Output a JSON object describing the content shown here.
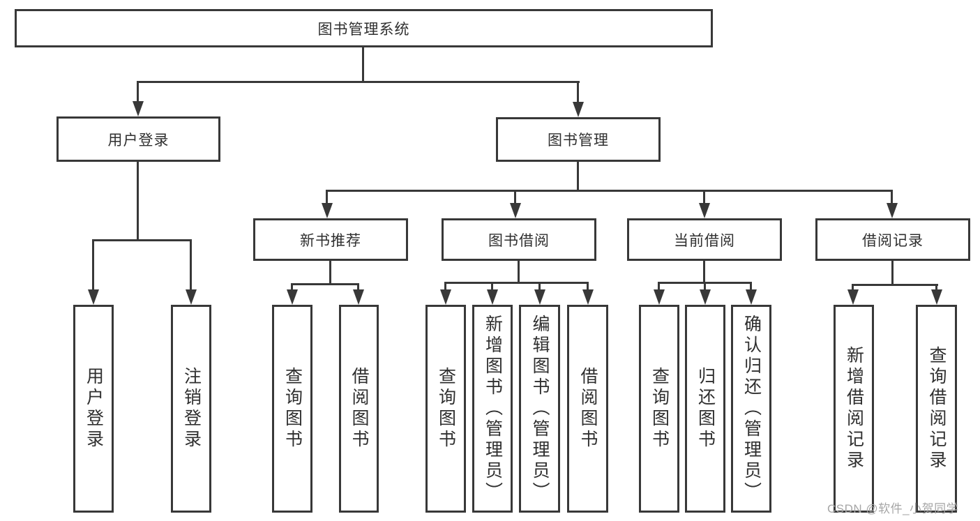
{
  "diagram_type": "hierarchy-tree",
  "colors": {
    "background": "#ffffff",
    "line": "#383838",
    "box_border": "#383838",
    "text": "#2f2f2f",
    "watermark": "#a6a6a6"
  },
  "tree": {
    "label": "图书管理系统",
    "children": [
      {
        "label": "用户登录",
        "children": [
          {
            "label": "用户登录"
          },
          {
            "label": "注销登录"
          }
        ]
      },
      {
        "label": "图书管理",
        "children": [
          {
            "label": "新书推荐",
            "children": [
              {
                "label": "查询图书"
              },
              {
                "label": "借阅图书"
              }
            ]
          },
          {
            "label": "图书借阅",
            "children": [
              {
                "label": "查询图书"
              },
              {
                "label": "新增图书（管理员）"
              },
              {
                "label": "编辑图书（管理员）"
              },
              {
                "label": "借阅图书"
              }
            ]
          },
          {
            "label": "当前借阅",
            "children": [
              {
                "label": "查询图书"
              },
              {
                "label": "归还图书"
              },
              {
                "label": "确认归还（管理员）"
              }
            ]
          },
          {
            "label": "借阅记录",
            "children": [
              {
                "label": "新增借阅记录"
              },
              {
                "label": "查询借阅记录"
              }
            ]
          }
        ]
      }
    ]
  },
  "watermark": {
    "text": "CSDN @软件_小贺同学"
  }
}
